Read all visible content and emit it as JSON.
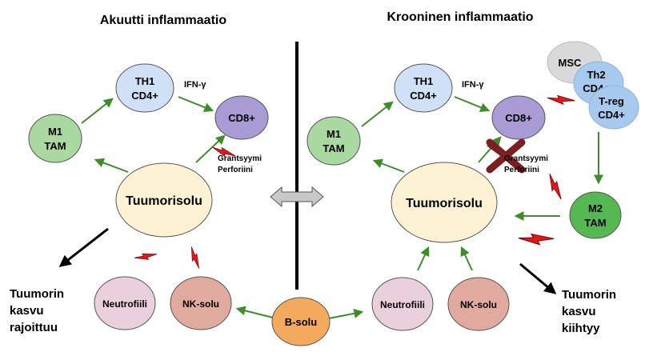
{
  "titles": {
    "left": "Akuutti inflammaatio",
    "right": "Krooninen inflammaatio"
  },
  "left": {
    "th1": [
      "TH1",
      "CD4+"
    ],
    "cd8": "CD8+",
    "m1": [
      "M1",
      "TAM"
    ],
    "tumor": "Tuumorisolu",
    "ifn": "IFN-γ",
    "grantsyymi": "Grantsyymi",
    "perforiini": "Perforiini",
    "neutrofiili": "Neutrofiili",
    "nk": "NK-solu",
    "outcome": [
      "Tuumorin",
      "kasvu",
      "rajoittuu"
    ]
  },
  "right": {
    "th1": [
      "TH1",
      "CD4+"
    ],
    "cd8": "CD8+",
    "m1": [
      "M1",
      "TAM"
    ],
    "tumor": "Tuumorisolu",
    "ifn": "IFN-γ",
    "grantsyymi": "Grantsyymi",
    "perforiini": "Perforiini",
    "msc": "MSC",
    "th2": [
      "Th2",
      "CD4+"
    ],
    "treg": [
      "T-reg",
      "CD4+"
    ],
    "m2": [
      "M2",
      "TAM"
    ],
    "neutrofiili": "Neutrofiili",
    "nk": "NK-solu",
    "outcome": [
      "Tuumorin",
      "kasvu",
      "kiihtyy"
    ]
  },
  "center": {
    "bsolu": "B-solu"
  },
  "colors": {
    "th1": "#cfe0f7",
    "cd8": "#a99bd3",
    "m1": "#a9d8a0",
    "tumor": "#fdf3d4",
    "neutrofiili": "#ead0dc",
    "nk": "#e0aa9e",
    "bsolu": "#f4aa5c",
    "m2": "#56b852",
    "msc": "#d9d9d9",
    "th2": "#a8c9ee",
    "arrow_green": "#3f8c2a",
    "bolt": "#e3161c"
  }
}
